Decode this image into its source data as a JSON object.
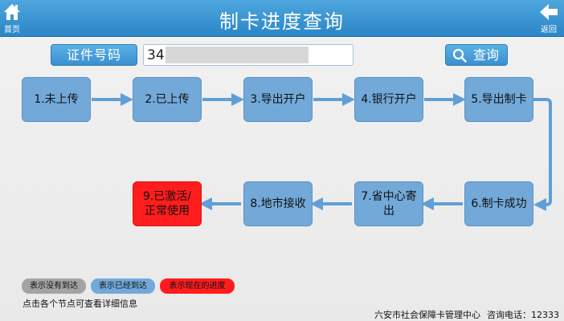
{
  "header": {
    "title": "制卡进度查询",
    "home_label": "首页",
    "back_label": "返回"
  },
  "search": {
    "id_label": "证件号码",
    "id_value": "34",
    "query_label": "查询"
  },
  "steps": [
    {
      "label": "1.未上传",
      "status": "done"
    },
    {
      "label": "2.已上传",
      "status": "done"
    },
    {
      "label": "3.导出开户",
      "status": "done"
    },
    {
      "label": "4.银行开户",
      "status": "done"
    },
    {
      "label": "5.导出制卡",
      "status": "done"
    },
    {
      "label": "6.制卡成功",
      "status": "done"
    },
    {
      "label": "7.省中心寄出",
      "status": "done"
    },
    {
      "label": "8.地市接收",
      "status": "done"
    },
    {
      "label": "9.已激活/正常使用",
      "status": "current"
    }
  ],
  "legend": {
    "not_reached": "表示没有到达",
    "reached": "表示已经到达",
    "current": "表示现在的进度"
  },
  "hint": "点击各个节点可查看详细信息",
  "footer": {
    "org": "六安市社会保障卡管理中心",
    "phone": "咨询电话：12333"
  },
  "colors": {
    "header": "#3594d3",
    "node_done": "#72a9d9",
    "node_current": "#ff1c1c",
    "node_none": "#a3a3a3"
  }
}
